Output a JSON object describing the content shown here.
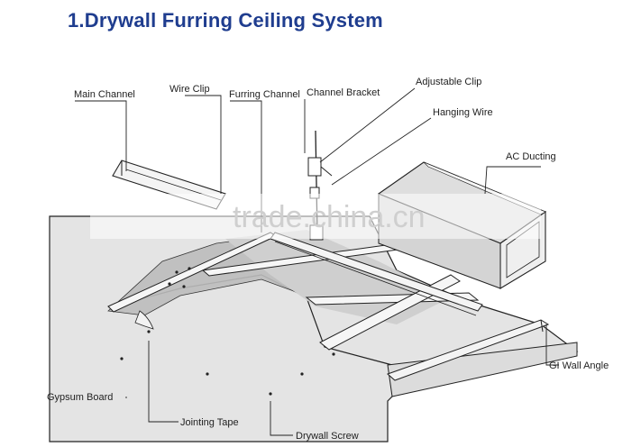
{
  "title": "1.Drywall Furring Ceiling System",
  "labels": {
    "main_channel": "Main Channel",
    "wire_clip": "Wire Clip",
    "furring_channel": "Furring Channel",
    "channel_bracket": "Channel Bracket",
    "adjustable_clip": "Adjustable Clip",
    "hanging_wire": "Hanging Wire",
    "ac_ducting": "AC Ducting",
    "gi_wall_angle": "GI Wall Angle",
    "gypsum_board": "Gypsum Board",
    "jointing_tape": "Jointing Tape",
    "drywall_screw": "Drywall Screw"
  },
  "watermark": "trade.china.cn",
  "colors": {
    "title": "#1f3d8f",
    "board": "#e2e2e2",
    "tape": "#bdbdbd",
    "duct": "#d9d9d9",
    "line": "#222222"
  }
}
